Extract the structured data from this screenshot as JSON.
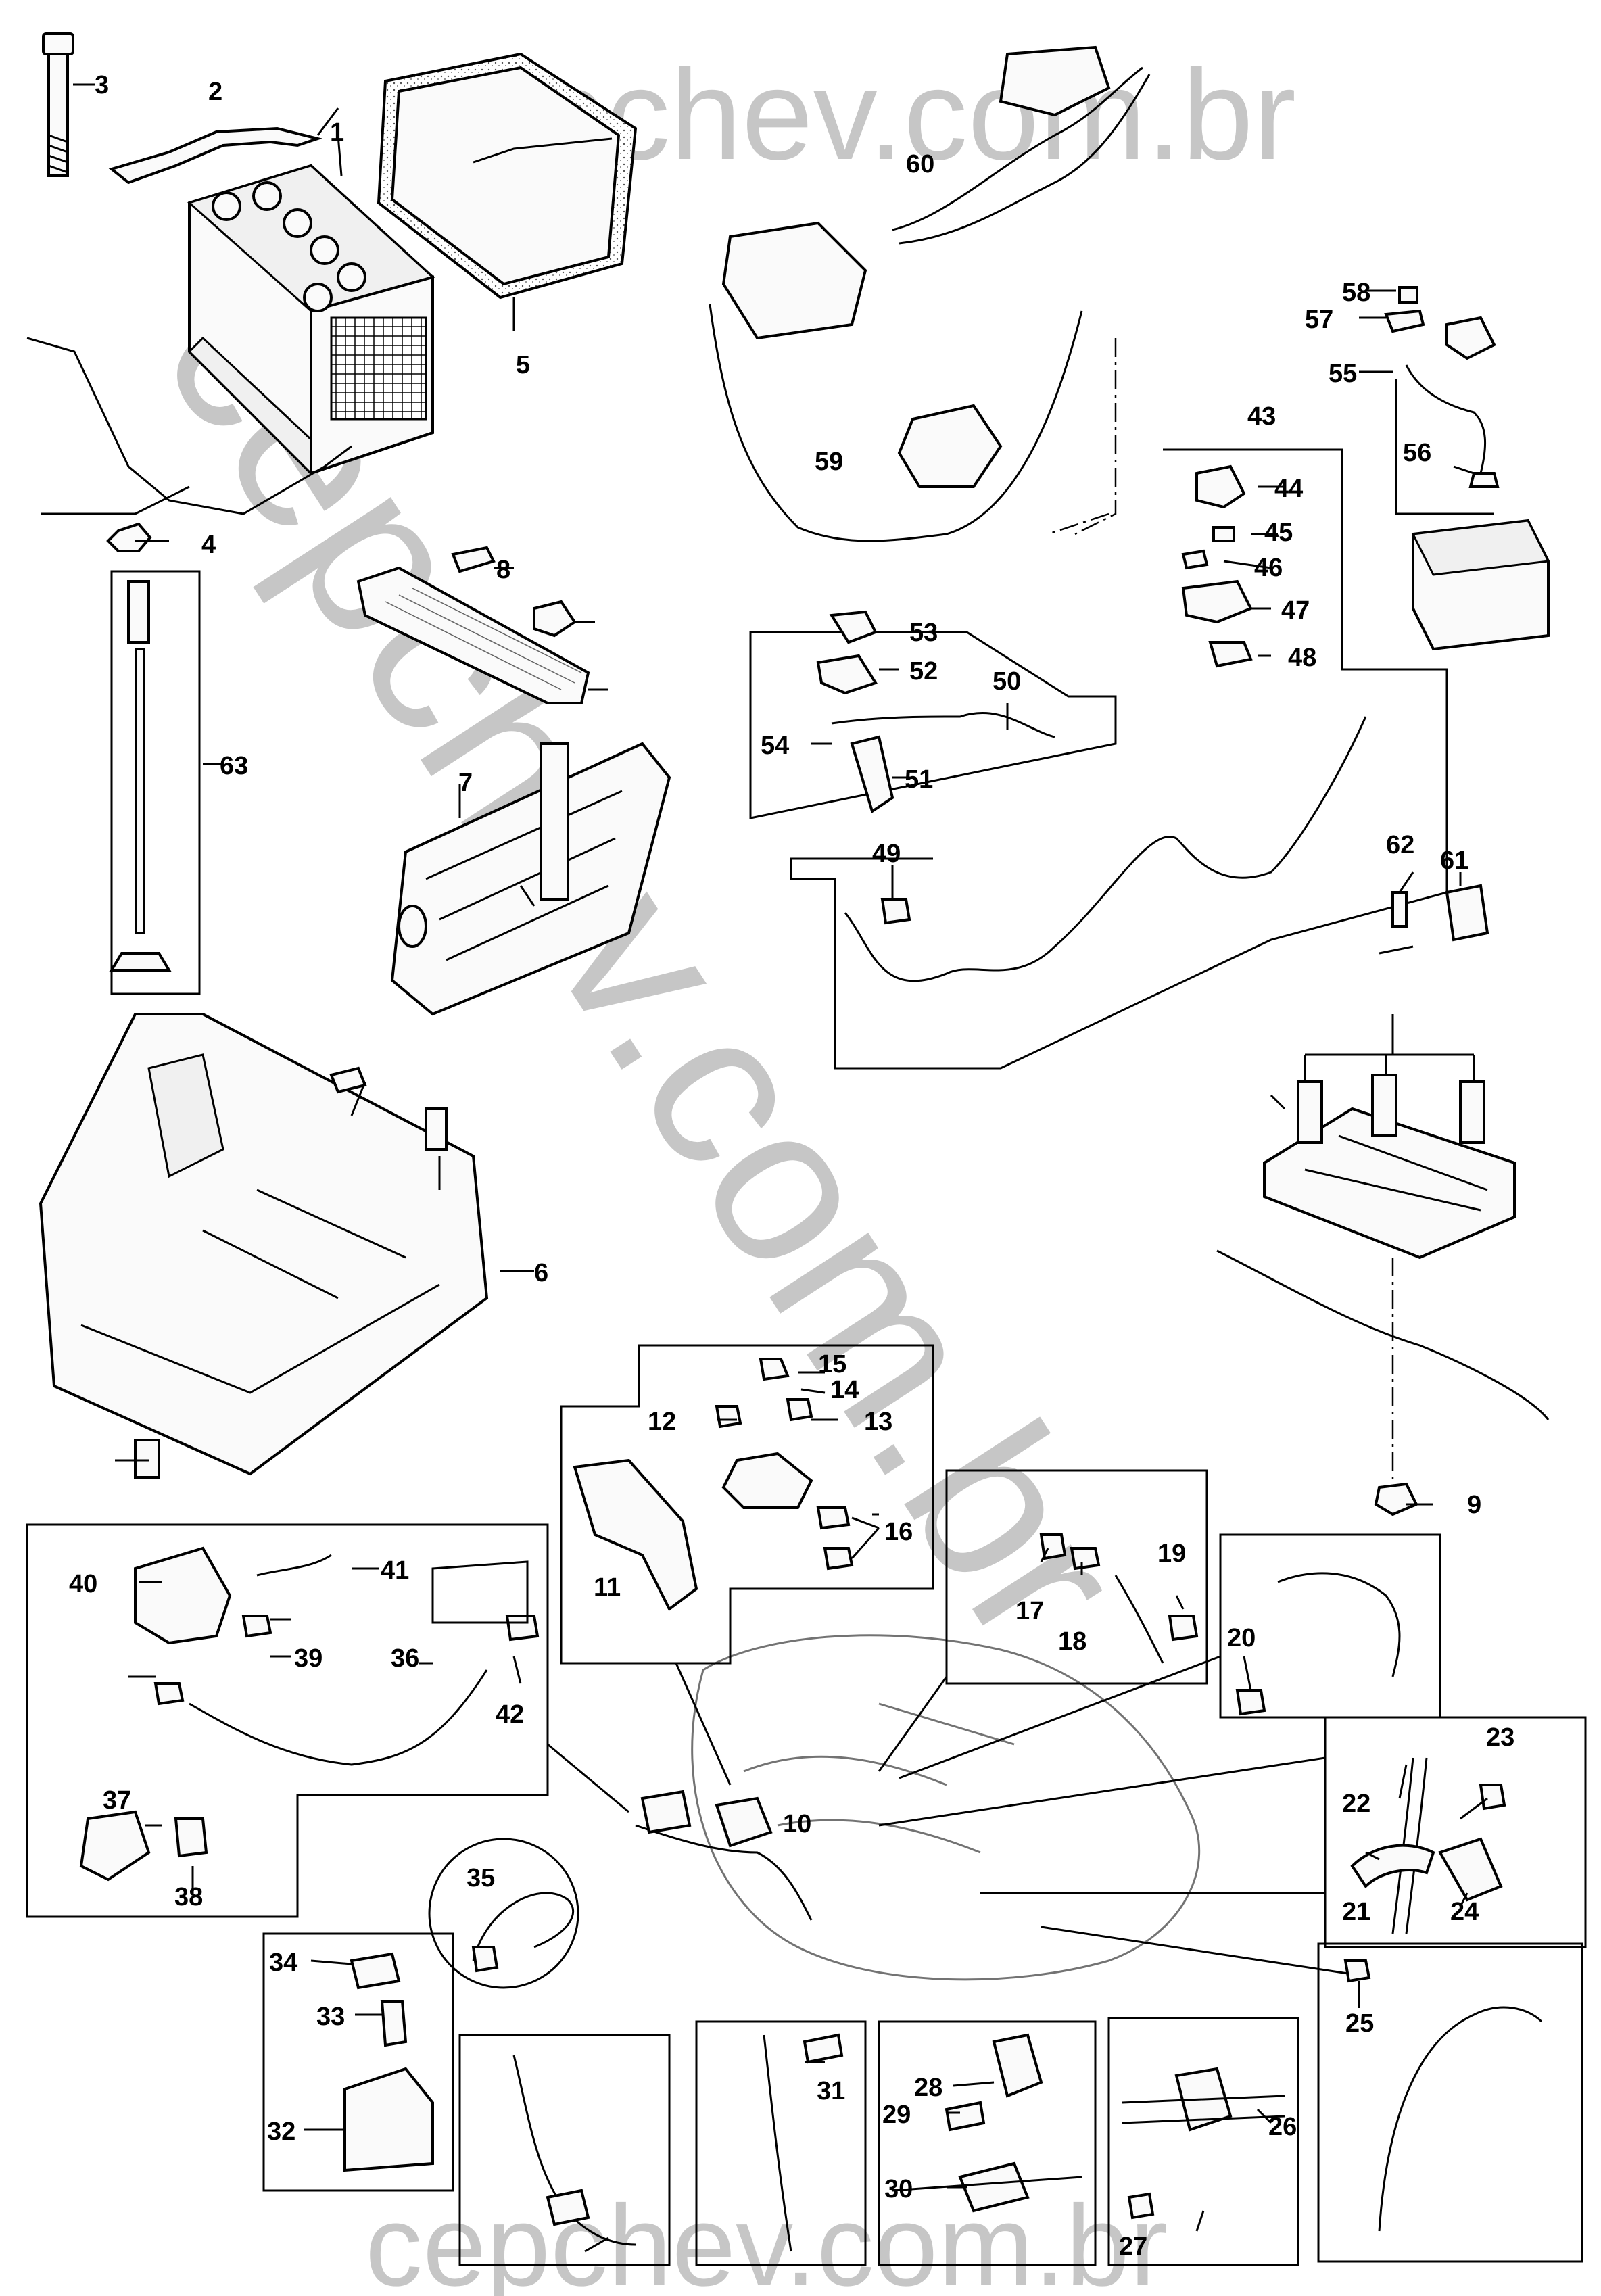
{
  "watermark": {
    "text_top": "cepchev.com.br",
    "text_diagonal": "cepchev.com.br",
    "text_bottom": "cepchev.com.br"
  },
  "callouts": [
    {
      "id": "c1",
      "label": "1"
    },
    {
      "id": "c2",
      "label": "2"
    },
    {
      "id": "c3",
      "label": "3"
    },
    {
      "id": "c4",
      "label": "4"
    },
    {
      "id": "c5",
      "label": "5"
    },
    {
      "id": "c6",
      "label": "6"
    },
    {
      "id": "c7",
      "label": "7"
    },
    {
      "id": "c8",
      "label": "8"
    },
    {
      "id": "c9",
      "label": "9"
    },
    {
      "id": "c10",
      "label": "10"
    },
    {
      "id": "c11",
      "label": "11"
    },
    {
      "id": "c12",
      "label": "12"
    },
    {
      "id": "c13",
      "label": "13"
    },
    {
      "id": "c14",
      "label": "14"
    },
    {
      "id": "c15",
      "label": "15"
    },
    {
      "id": "c16",
      "label": "16"
    },
    {
      "id": "c17",
      "label": "17"
    },
    {
      "id": "c18",
      "label": "18"
    },
    {
      "id": "c19",
      "label": "19"
    },
    {
      "id": "c20",
      "label": "20"
    },
    {
      "id": "c21",
      "label": "21"
    },
    {
      "id": "c22",
      "label": "22"
    },
    {
      "id": "c23",
      "label": "23"
    },
    {
      "id": "c24",
      "label": "24"
    },
    {
      "id": "c25",
      "label": "25"
    },
    {
      "id": "c26",
      "label": "26"
    },
    {
      "id": "c27",
      "label": "27"
    },
    {
      "id": "c28",
      "label": "28"
    },
    {
      "id": "c29",
      "label": "29"
    },
    {
      "id": "c30",
      "label": "30"
    },
    {
      "id": "c31",
      "label": "31"
    },
    {
      "id": "c32",
      "label": "32"
    },
    {
      "id": "c33",
      "label": "33"
    },
    {
      "id": "c34",
      "label": "34"
    },
    {
      "id": "c35",
      "label": "35"
    },
    {
      "id": "c36",
      "label": "36"
    },
    {
      "id": "c37",
      "label": "37"
    },
    {
      "id": "c38",
      "label": "38"
    },
    {
      "id": "c39",
      "label": "39"
    },
    {
      "id": "c40",
      "label": "40"
    },
    {
      "id": "c41",
      "label": "41"
    },
    {
      "id": "c42",
      "label": "42"
    },
    {
      "id": "c43",
      "label": "43"
    },
    {
      "id": "c44",
      "label": "44"
    },
    {
      "id": "c45",
      "label": "45"
    },
    {
      "id": "c46",
      "label": "46"
    },
    {
      "id": "c47",
      "label": "47"
    },
    {
      "id": "c48",
      "label": "48"
    },
    {
      "id": "c49",
      "label": "49"
    },
    {
      "id": "c50",
      "label": "50"
    },
    {
      "id": "c51",
      "label": "51"
    },
    {
      "id": "c52",
      "label": "52"
    },
    {
      "id": "c53",
      "label": "53"
    },
    {
      "id": "c54",
      "label": "54"
    },
    {
      "id": "c55",
      "label": "55"
    },
    {
      "id": "c56",
      "label": "56"
    },
    {
      "id": "c57",
      "label": "57"
    },
    {
      "id": "c58",
      "label": "58"
    },
    {
      "id": "c59",
      "label": "59"
    },
    {
      "id": "c60",
      "label": "60"
    },
    {
      "id": "c61",
      "label": "61"
    },
    {
      "id": "c62",
      "label": "62"
    },
    {
      "id": "c63",
      "label": "63"
    }
  ]
}
